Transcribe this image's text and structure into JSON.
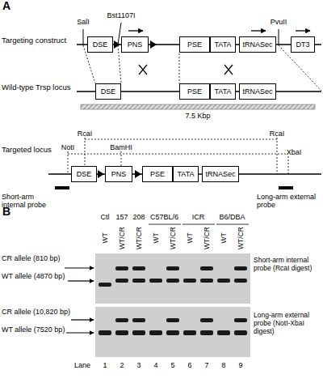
{
  "diagram": {
    "nodes": [
      {
        "text": [
          "DSE"
        ]
      },
      {
        "text": [
          "PNS"
        ]
      },
      {
        "text": [
          "PSE"
        ]
      },
      {
        "text": [
          "TATA"
        ]
      },
      {
        "text": [
          "tRNASec"
        ]
      },
      {
        "text": [
          "DT3"
        ]
      },
      {
        "text": [
          "DSE"
        ]
      },
      {
        "text": [
          "PSE"
        ]
      },
      {
        "text": [
          "TATA"
        ]
      },
      {
        "text": [
          "tRNASec"
        ]
      },
      {
        "text": [
          "DSE"
        ]
      },
      {
        "text": [
          "PNS"
        ]
      },
      {
        "text": [
          "PSE"
        ]
      },
      {
        "text": [
          "TATA"
        ]
      },
      {
        "text": [
          "tRNASec"
        ]
      }
    ],
    "labels": [
      "A",
      "SalI",
      "Bst1107I",
      "PvuII",
      "Targeting construct",
      "Wild-type Trsp locus",
      "7.5 Kbp",
      "Targeted locus",
      "RcaI",
      "NotI",
      "BamHI",
      "RcaI",
      "XbaI",
      "Short-arm internal probe",
      "Long-arm external probe",
      "B",
      "Ctl",
      "157",
      "208",
      "C57BL/6",
      "ICR",
      "B6/DBA",
      "WT",
      "WT/CR",
      "WT/CR",
      "WT",
      "WT/CR",
      "WT",
      "WT/CR",
      "WT",
      "WT/CR",
      "CR allele (810 bp)",
      "WT allele (4870 bp)",
      "CR allele (10,820 bp)",
      "WT allele (7520 bp)",
      "Short-arm internal probe (RcaI digest)",
      "Long-arm external probe (NotI-XbaI digest)",
      "Lane",
      "1",
      "2",
      "3",
      "4",
      "5",
      "6",
      "7",
      "8",
      "9"
    ]
  }
}
